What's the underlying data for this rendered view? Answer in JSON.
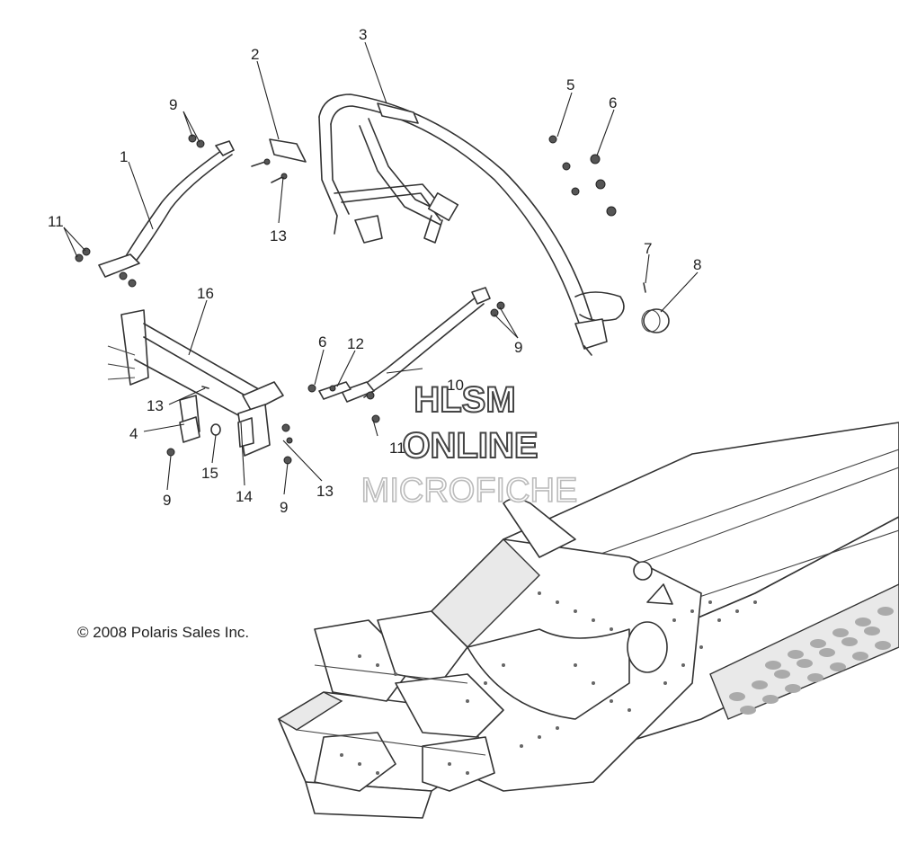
{
  "diagram": {
    "callouts": [
      {
        "id": "c1",
        "label": "1"
      },
      {
        "id": "c2",
        "label": "2"
      },
      {
        "id": "c3",
        "label": "3"
      },
      {
        "id": "c4",
        "label": "4"
      },
      {
        "id": "c5",
        "label": "5"
      },
      {
        "id": "c6a",
        "label": "6"
      },
      {
        "id": "c6b",
        "label": "6"
      },
      {
        "id": "c7",
        "label": "7"
      },
      {
        "id": "c8",
        "label": "8"
      },
      {
        "id": "c9a",
        "label": "9"
      },
      {
        "id": "c9b",
        "label": "9"
      },
      {
        "id": "c9c",
        "label": "9"
      },
      {
        "id": "c9d",
        "label": "9"
      },
      {
        "id": "c10",
        "label": "10"
      },
      {
        "id": "c11a",
        "label": "11"
      },
      {
        "id": "c11b",
        "label": "11"
      },
      {
        "id": "c12",
        "label": "12"
      },
      {
        "id": "c13a",
        "label": "13"
      },
      {
        "id": "c13b",
        "label": "13"
      },
      {
        "id": "c13c",
        "label": "13"
      },
      {
        "id": "c14",
        "label": "14"
      },
      {
        "id": "c15",
        "label": "15"
      },
      {
        "id": "c16",
        "label": "16"
      }
    ],
    "copyright": "© 2008 Polaris Sales Inc."
  },
  "watermark": {
    "line1": "HLSM",
    "line2": "ONLINE",
    "line3": "MICROFICHE"
  }
}
